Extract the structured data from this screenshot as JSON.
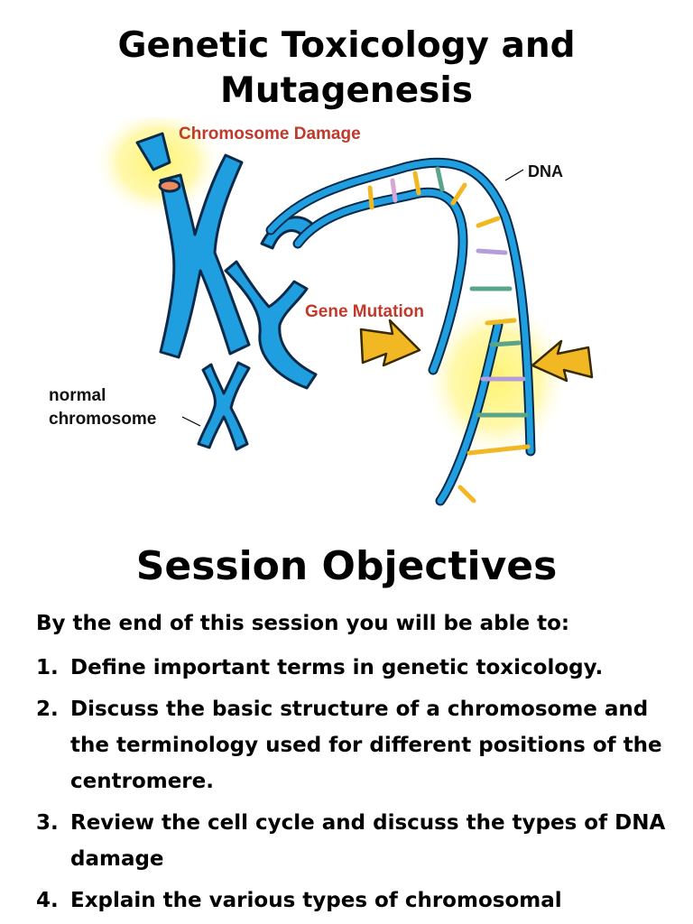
{
  "title": {
    "line1": "Genetic Toxicology and",
    "line2": "Mutagenesis"
  },
  "figure": {
    "label_chromosome_damage": "Chromosome Damage",
    "label_dna": "DNA",
    "label_gene_mutation": "Gene Mutation",
    "label_normal_line1": "normal",
    "label_normal_line2": "chromosome",
    "colors": {
      "chromosome": "#1f9ee0",
      "outline": "#0b2a4a",
      "label_red": "#c0392b",
      "arrow": "#f2b824",
      "glow": "#fff36b"
    }
  },
  "section_heading": "Session Objectives",
  "intro": "By the end of this session you will be able to:",
  "objectives": [
    {
      "num": "1.",
      "text": "Define important terms in genetic toxicology."
    },
    {
      "num": "2.",
      "text": "Discuss the basic structure of a chromosome and the terminology used for different positions of the centromere."
    },
    {
      "num": "3.",
      "text": "Review the cell cycle and discuss the types of DNA damage"
    },
    {
      "num": "4.",
      "text": "Explain the various types of chromosomal"
    }
  ]
}
